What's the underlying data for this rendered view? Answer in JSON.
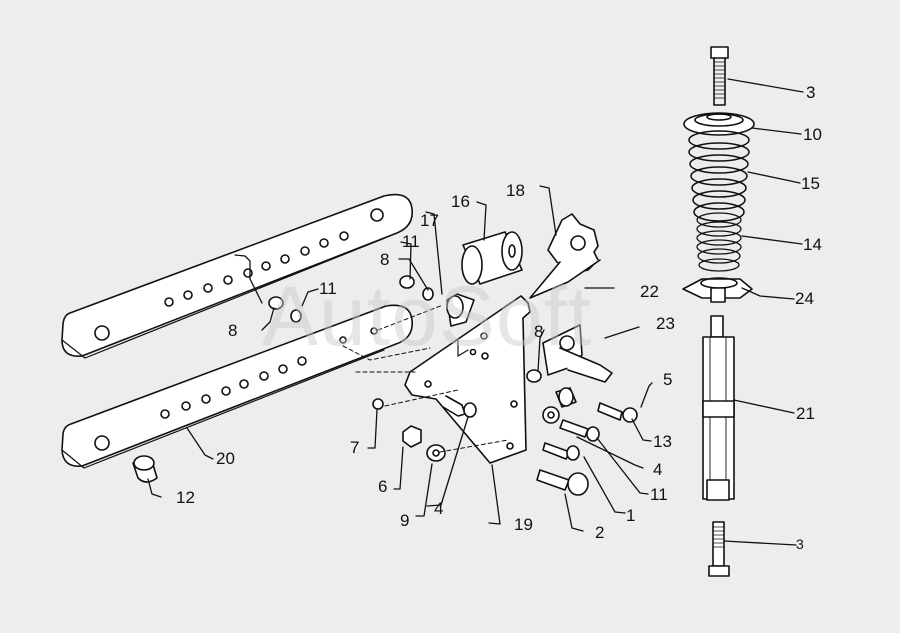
{
  "watermark": "AutoSoft",
  "callouts": [
    "1",
    "2",
    "3",
    "3",
    "4",
    "4",
    "5",
    "6",
    "7",
    "8",
    "8",
    "8",
    "9",
    "10",
    "11",
    "11",
    "11",
    "12",
    "13",
    "14",
    "15",
    "16",
    "17",
    "18",
    "19",
    "20",
    "21",
    "22",
    "23",
    "24"
  ],
  "parts": {
    "bolt_top": "hex-bolt",
    "bolt_bottom": "hex-bolt",
    "spring_cap": "spring-cap",
    "outer_spring": "outer-spring",
    "inner_spring": "inner-spring",
    "spring_seat": "spring-seat",
    "damper": "telescopic-damper",
    "upper_arm": "upper-link-arm",
    "lower_arm": "lower-link-arm",
    "bracket": "mounting-bracket",
    "plate": "shaped-plate",
    "roller": "roller",
    "latch": "latch",
    "bushing": "bushing"
  }
}
